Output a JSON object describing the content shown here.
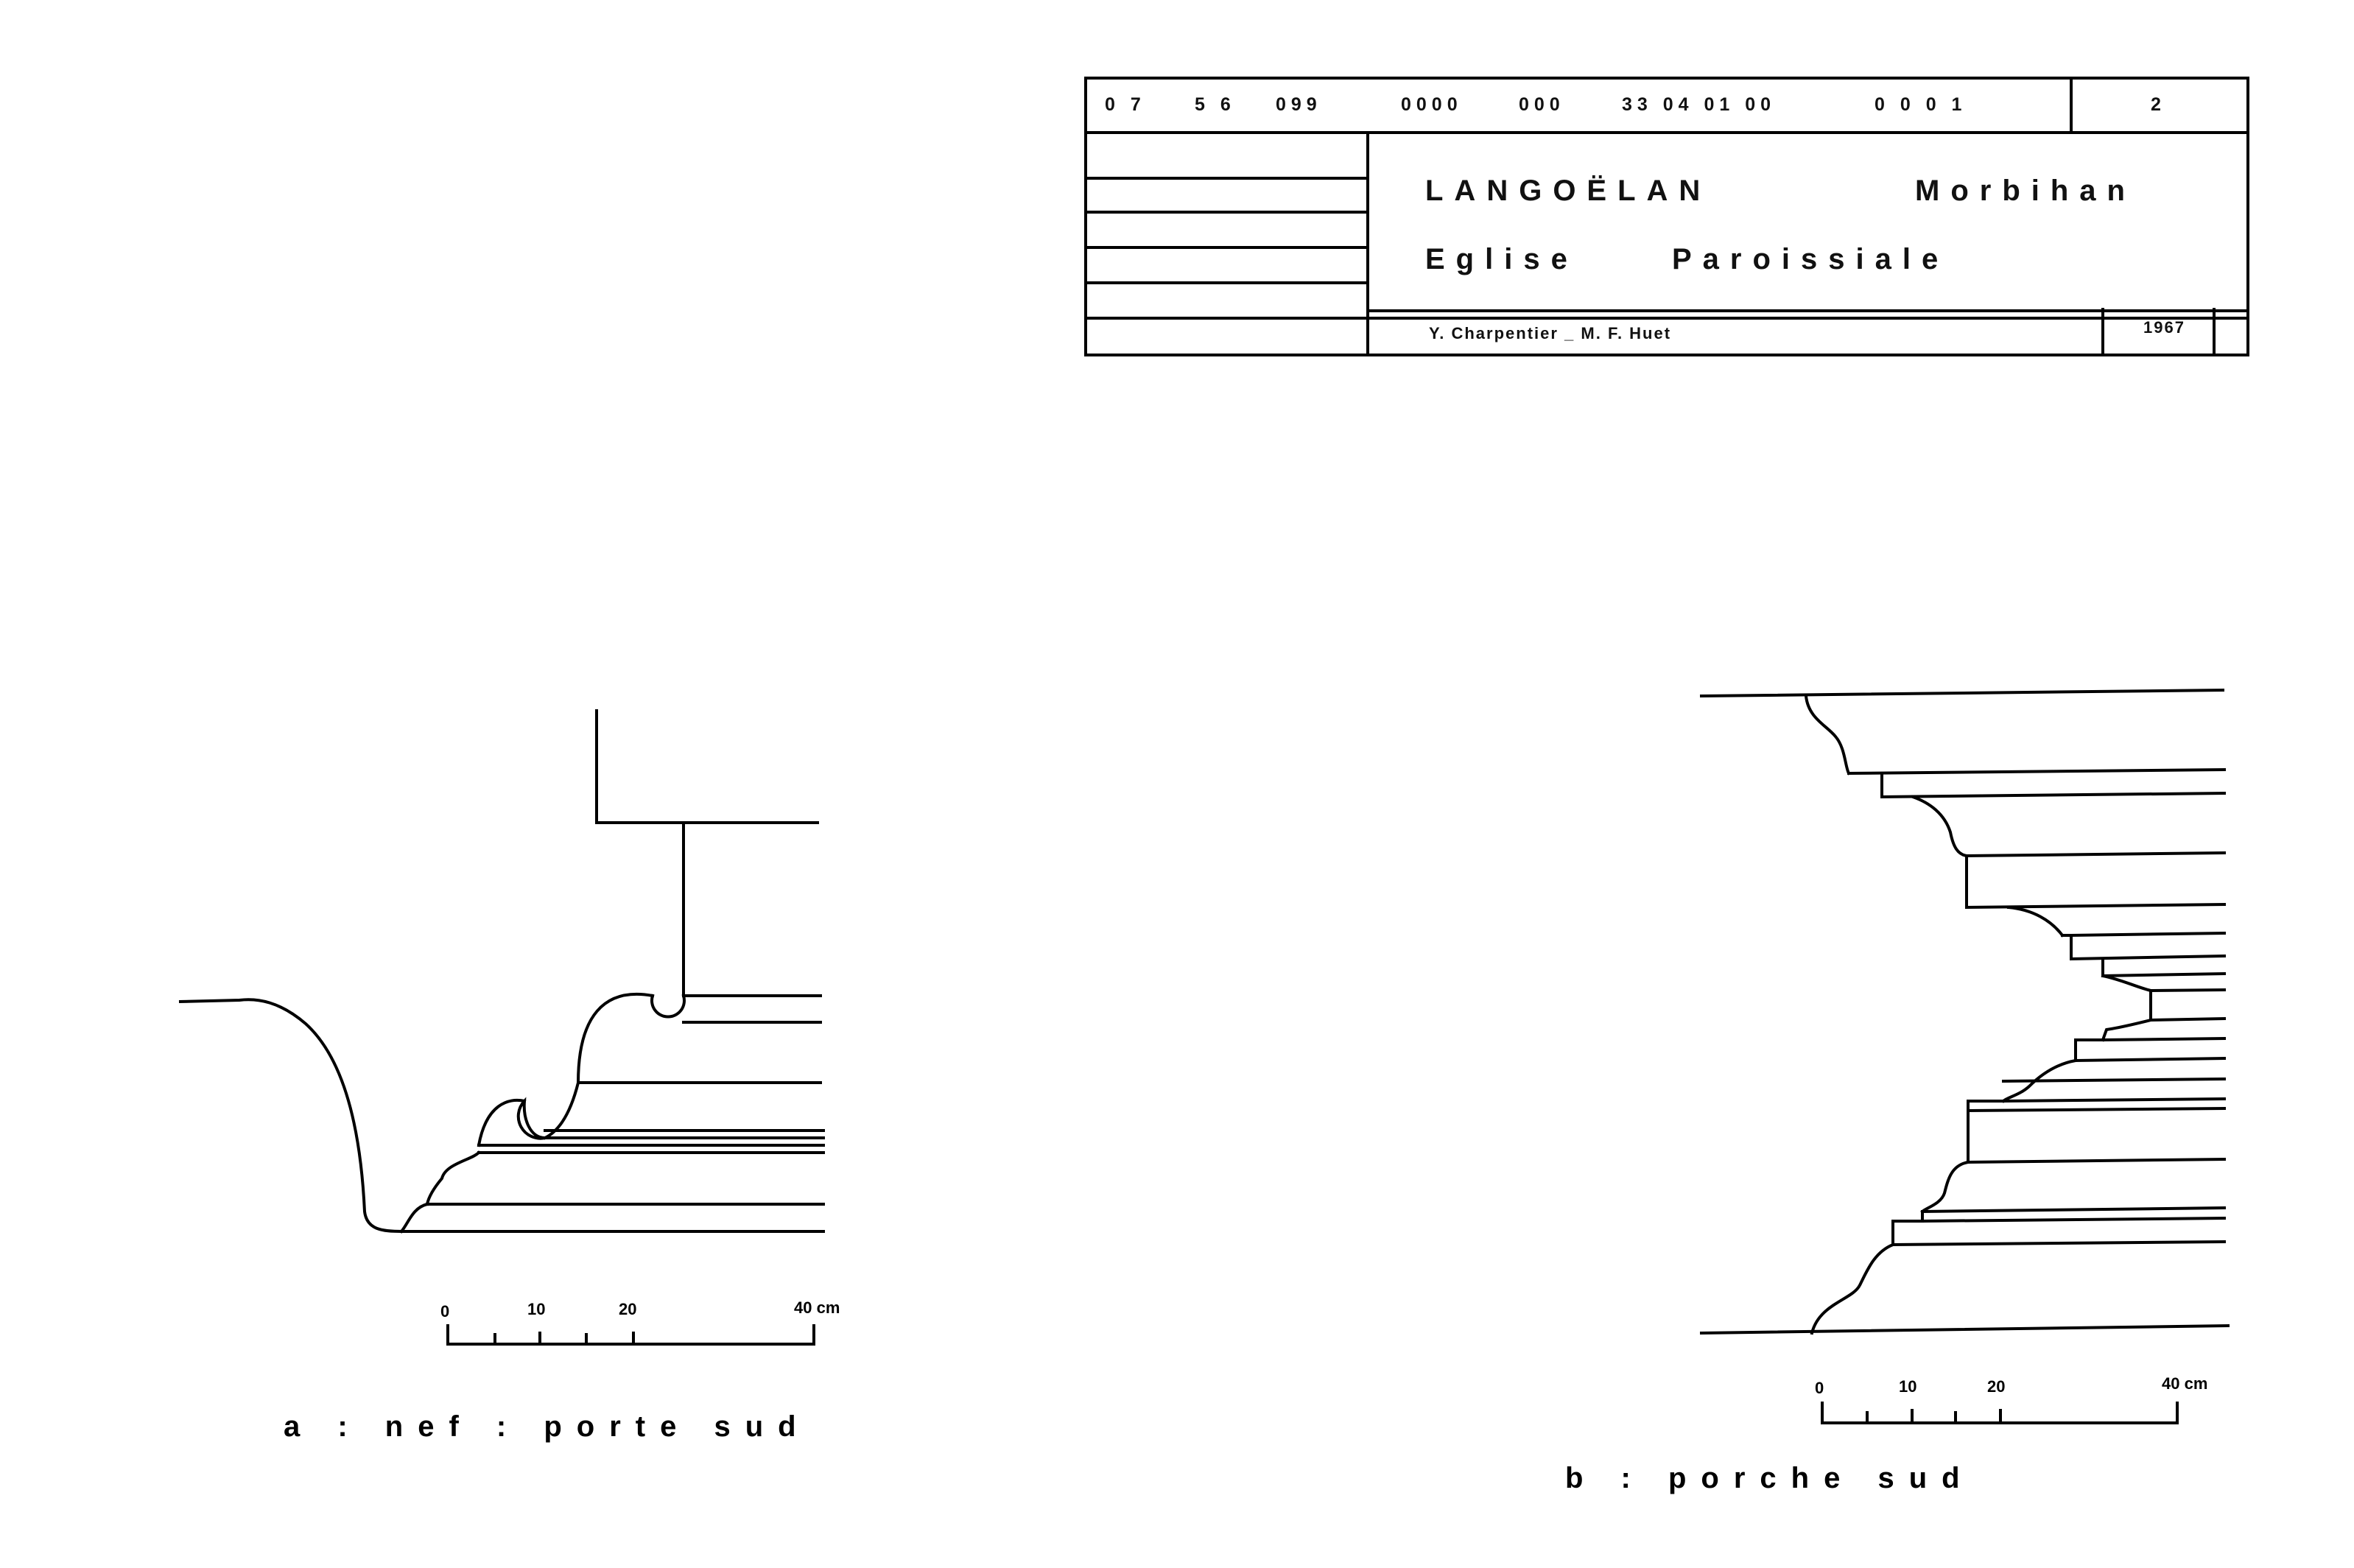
{
  "title_block": {
    "codes": [
      "0 7",
      "5 6",
      "099",
      "0000",
      "000",
      "33  04  01  00",
      "0 0 0 1"
    ],
    "sheet_number": "2",
    "commune": "LANGOËLAN",
    "department": "Morbihan",
    "building": "Eglise",
    "building_type": "Paroissiale",
    "authors": "Y. Charpentier _ M. F. Huet",
    "year": "1967"
  },
  "drawing_a": {
    "caption": "a : nef : porte sud",
    "scale": {
      "ticks": [
        "0",
        "10",
        "20",
        "40 cm"
      ]
    }
  },
  "drawing_b": {
    "caption": "b : porche sud",
    "scale": {
      "ticks": [
        "0",
        "10",
        "20",
        "40 cm"
      ]
    }
  }
}
